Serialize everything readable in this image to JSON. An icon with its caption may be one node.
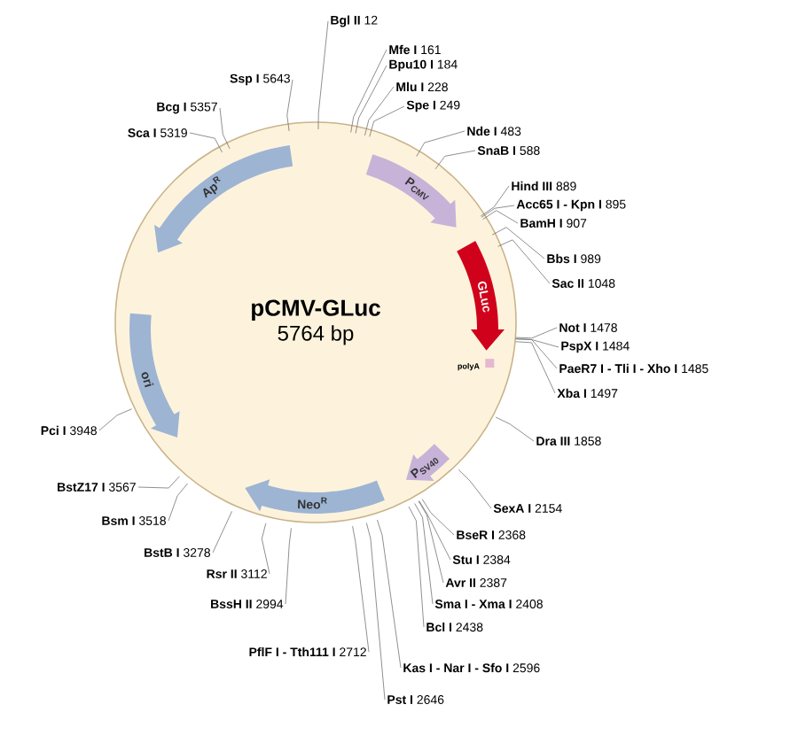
{
  "diagram": {
    "nodes": [
      {
        "text": [
          "pCMV-GLuc",
          "5764 bp"
        ]
      },
      {
        "text": [
          "Ap$^{R}$"
        ],
        "in": 0
      },
      {
        "text": [
          "ori"
        ],
        "in": 0
      },
      {
        "text": [
          "Neo$^{R}$"
        ],
        "in": 0
      },
      {
        "text": [
          "P$_{SV40}$"
        ],
        "in": 0
      },
      {
        "text": [
          "P$_{CMV}$"
        ],
        "in": 0
      },
      {
        "text": [
          "GLuc"
        ],
        "in": 0
      },
      {
        "text": [],
        "shape": "box",
        "beside": [
          "polyA"
        ],
        "in": 0
      },
      {
        "text": [
          "**Bgl II** 12"
        ]
      },
      {
        "text": [
          "**Mfe I** 161"
        ]
      },
      {
        "text": [
          "**Bpu10 I** 184"
        ]
      },
      {
        "text": [
          "**Mlu I** 228"
        ]
      },
      {
        "text": [
          "**Spe I** 249"
        ]
      },
      {
        "text": [
          "**Nde I** 483"
        ]
      },
      {
        "text": [
          "**SnaB I** 588"
        ]
      },
      {
        "text": [
          "**Hind III** 889"
        ]
      },
      {
        "text": [
          "**Acc65 I - Kpn I** 895"
        ]
      },
      {
        "text": [
          "**BamH I** 907"
        ]
      },
      {
        "text": [
          "**Bbs I** 989"
        ]
      },
      {
        "text": [
          "**Sac II** 1048"
        ]
      },
      {
        "text": [
          "**Not I** 1478"
        ]
      },
      {
        "text": [
          "**PspX I** 1484"
        ]
      },
      {
        "text": [
          "**PaeR7 I - Tli I - Xho I** 1485"
        ]
      },
      {
        "text": [
          "**Xba I** 1497"
        ]
      },
      {
        "text": [
          "**Dra III** 1858"
        ]
      },
      {
        "text": [
          "**SexA I** 2154"
        ]
      },
      {
        "text": [
          "**BseR I** 2368"
        ]
      },
      {
        "text": [
          "**Stu I** 2384"
        ]
      },
      {
        "text": [
          "**Avr II** 2387"
        ]
      },
      {
        "text": [
          "**Sma I - Xma I** 2408"
        ]
      },
      {
        "text": [
          "**Bcl I** 2438"
        ]
      },
      {
        "text": [
          "**Kas I - Nar I - Sfo I** 2596"
        ]
      },
      {
        "text": [
          "**Pst I** 2646"
        ]
      },
      {
        "text": [
          "**PflF I - Tth111 I** 2712"
        ]
      },
      {
        "text": [
          "**BssH II** 2994"
        ]
      },
      {
        "text": [
          "**Rsr II** 3112"
        ]
      },
      {
        "text": [
          "**BstB I** 3278"
        ]
      },
      {
        "text": [
          "**Bsm I** 3518"
        ]
      },
      {
        "text": [
          "**BstZ17 I** 3567"
        ]
      },
      {
        "text": [
          "**Pci I** 3948"
        ]
      },
      {
        "text": [
          "**Sca I** 5319"
        ]
      },
      {
        "text": [
          "**Bcg I** 5357"
        ]
      },
      {
        "text": [
          "**Ssp I** 5643"
        ]
      }
    ],
    "edges": [
      {
        "from": 8,
        "to": 0,
        "arrow": "none"
      },
      {
        "from": 9,
        "to": 0,
        "arrow": "none"
      },
      {
        "from": 10,
        "to": 0,
        "arrow": "none"
      },
      {
        "from": 11,
        "to": 0,
        "arrow": "none"
      },
      {
        "from": 12,
        "to": 0,
        "arrow": "none"
      },
      {
        "from": 13,
        "to": 0,
        "arrow": "none"
      },
      {
        "from": 14,
        "to": 0,
        "arrow": "none"
      },
      {
        "from": 15,
        "to": 0,
        "arrow": "none"
      },
      {
        "from": 16,
        "to": 0,
        "arrow": "none"
      },
      {
        "from": 17,
        "to": 0,
        "arrow": "none"
      },
      {
        "from": 18,
        "to": 0,
        "arrow": "none"
      },
      {
        "from": 19,
        "to": 0,
        "arrow": "none"
      },
      {
        "from": 20,
        "to": 0,
        "arrow": "none"
      },
      {
        "from": 21,
        "to": 0,
        "arrow": "none"
      },
      {
        "from": 22,
        "to": 0,
        "arrow": "none"
      },
      {
        "from": 23,
        "to": 0,
        "arrow": "none"
      },
      {
        "from": 24,
        "to": 0,
        "arrow": "none"
      },
      {
        "from": 25,
        "to": 0,
        "arrow": "none"
      },
      {
        "from": 26,
        "to": 0,
        "arrow": "none"
      },
      {
        "from": 27,
        "to": 0,
        "arrow": "none"
      },
      {
        "from": 28,
        "to": 0,
        "arrow": "none"
      },
      {
        "from": 29,
        "to": 0,
        "arrow": "none"
      },
      {
        "from": 30,
        "to": 0,
        "arrow": "none"
      },
      {
        "from": 31,
        "to": 0,
        "arrow": "none"
      },
      {
        "from": 32,
        "to": 0,
        "arrow": "none"
      },
      {
        "from": 33,
        "to": 0,
        "arrow": "none"
      },
      {
        "from": 34,
        "to": 0,
        "arrow": "none"
      },
      {
        "from": 35,
        "to": 0,
        "arrow": "none"
      },
      {
        "from": 36,
        "to": 0,
        "arrow": "none"
      },
      {
        "from": 37,
        "to": 0,
        "arrow": "none"
      },
      {
        "from": 38,
        "to": 0,
        "arrow": "none"
      },
      {
        "from": 39,
        "to": 0,
        "arrow": "none"
      },
      {
        "from": 40,
        "to": 0,
        "arrow": "none"
      },
      {
        "from": 41,
        "to": 0,
        "arrow": "none"
      },
      {
        "from": 42,
        "to": 0,
        "arrow": "none"
      }
    ]
  }
}
